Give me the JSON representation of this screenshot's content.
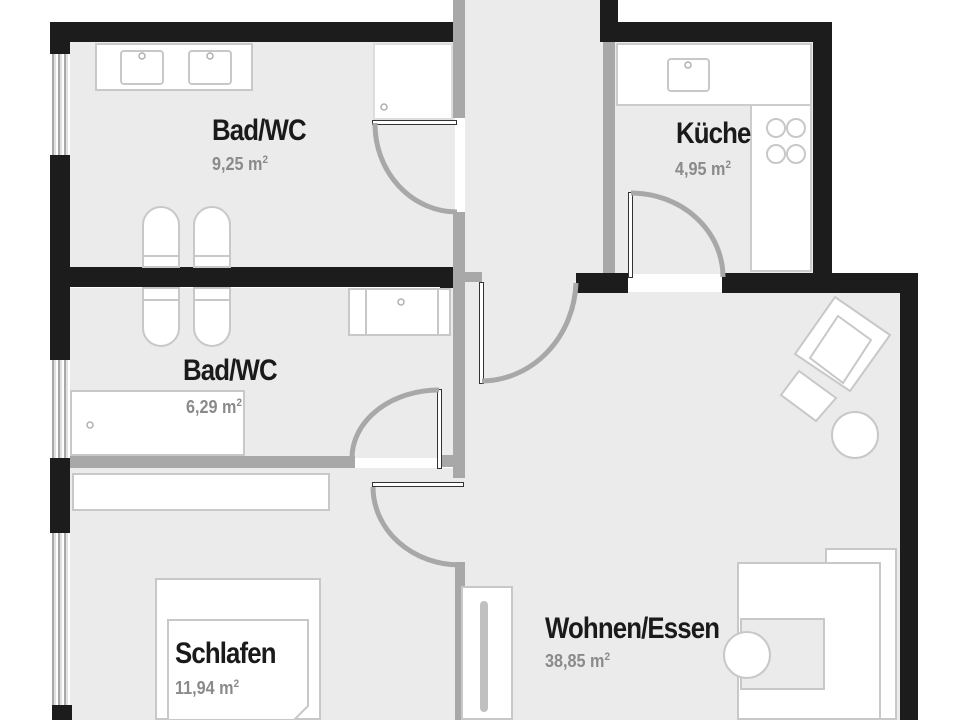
{
  "floorplan": {
    "colors": {
      "exterior_wall": "#1c1c1c",
      "interior_wall": "#a8a8a8",
      "floor": "#ebebeb",
      "fixture": "#ffffff",
      "fixture_outline": "#c8c8c8",
      "label": "#1a1a1a",
      "area_text": "#8a8a8a"
    },
    "area_unit": "m",
    "area_unit_exponent": "2",
    "rooms": [
      {
        "id": "bad-wc-1",
        "name": "Bad/WC",
        "area": "9,25"
      },
      {
        "id": "kueche",
        "name": "Küche",
        "area": "4,95"
      },
      {
        "id": "bad-wc-2",
        "name": "Bad/WC",
        "area": "6,29"
      },
      {
        "id": "schlafen",
        "name": "Schlafen",
        "area": "11,94"
      },
      {
        "id": "wohnen-essen",
        "name": "Wohnen/Essen",
        "area": "38,85"
      }
    ]
  }
}
